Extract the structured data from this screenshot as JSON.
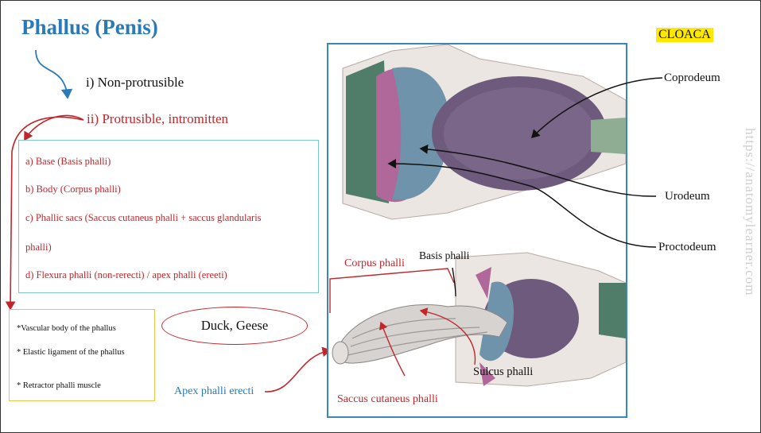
{
  "title": "Phallus (Penis)",
  "cloaca_tag": "CLOACA",
  "types": {
    "non_protrusible": "i) Non-protrusible",
    "protrusible": "ii) Protrusible, intromitten"
  },
  "parts": [
    "a) Base (Basis phalli)",
    "b) Body (Corpus phalli)",
    "c) Phallic sacs (Saccus cutaneus phalli + saccus glandularis",
    "phalli)",
    "d) Flexura phalli (non-rerecti) / apex phalli (ereeti)"
  ],
  "notes": [
    "*Vascular body of the phallus",
    "* Elastic ligament of the phallus",
    "* Retractor phalli muscle"
  ],
  "examples": "Duck, Geese",
  "cloaca_labels": {
    "coprodeum": "Coprodeum",
    "urodeum": "Urodeum",
    "proctodeum": "Proctodeum"
  },
  "phallus_labels": {
    "corpus_phalli": "Corpus phalli",
    "basis_phalli": "Basis phalli",
    "apex_phalli_erecti": "Apex phalli erecti",
    "saccus_cutaneus_phalli": "Saccus cutaneus phalli",
    "sulcus_phalli": "Sulcus phalli"
  },
  "watermark": "https://anatomylearner.com",
  "colors": {
    "title_blue": "#2a7ab8",
    "accent_red": "#c0262b",
    "list_border": "#7cc7c8",
    "note_border": "#f0c04a",
    "figure_border": "#3a87c0",
    "highlight_yellow": "#ffe800"
  }
}
